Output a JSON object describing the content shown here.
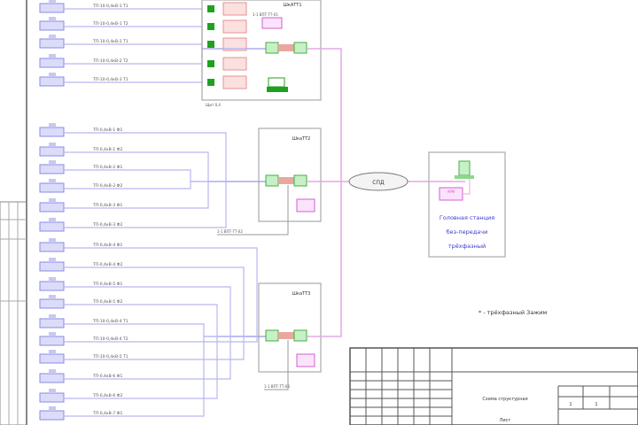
{
  "colors": {
    "sensor": "#8a8ae8",
    "line": "#b8b8f0",
    "bus": "#e4a8e4",
    "green": "#40b040",
    "red": "#e89090",
    "frame": "#888888",
    "note_text": "#3a3ad0"
  },
  "group1": {
    "cabinet_label": "ШкАТТ1",
    "cabinet_sub": "Щит 0,4",
    "cable_label": "1-1 ВПТ-ТТ-01",
    "rows": [
      "ТП-10-0,4кВ-1 Т1",
      "ТП-10-0,4кВ-1 Т2",
      "ТП-10-0,4кВ-2 Т1",
      "ТП-10-0,4кВ-2 Т2",
      "ТП-10-0,4кВ-3 Т1"
    ]
  },
  "group2": {
    "cabinet_label": "ШкаТТ2",
    "cable_label": "1-1 ВПТ-ТТ-02",
    "rows": [
      "ТП-0,4кВ-1 Ф1",
      "ТП-0,4кВ-1 Ф2",
      "ТП-0,4кВ-2 Ф1",
      "ТП-0,4кВ-2 Ф2",
      "ТП-0,4кВ-3 Ф1",
      "ТП-0,4кВ-3 Ф2"
    ]
  },
  "group3": {
    "cabinet_label": "ШкаТТ3",
    "cable_label": "1-1 ВПТ-ТТ-03",
    "rows": [
      "ТП-0,4кВ-4 Ф1",
      "ТП-0,4кВ-4 Ф2",
      "ТП-0,4кВ-5 Ф1",
      "ТП-0,4кВ-5 Ф2",
      "ТП-10-0,4кВ-4 Т1",
      "ТП-10-0,4кВ-4 Т2",
      "ТП-10-0,4кВ-5 Т1",
      "ТП-0,4кВ-6 Ф1",
      "ТП-0,4кВ-6 Ф2",
      "ТП-0,4кВ-7 Ф1"
    ]
  },
  "network": {
    "label": "СПД"
  },
  "server": {
    "lines": [
      "Головная станция",
      "без-передачи",
      "трёхфазный"
    ],
    "device_label": "АРМ"
  },
  "note": "* - трёхфазный Зажим",
  "title_block": {
    "title": "Схема структурная",
    "subtitle": "Лист",
    "sheet": "1",
    "sheets": "1"
  }
}
